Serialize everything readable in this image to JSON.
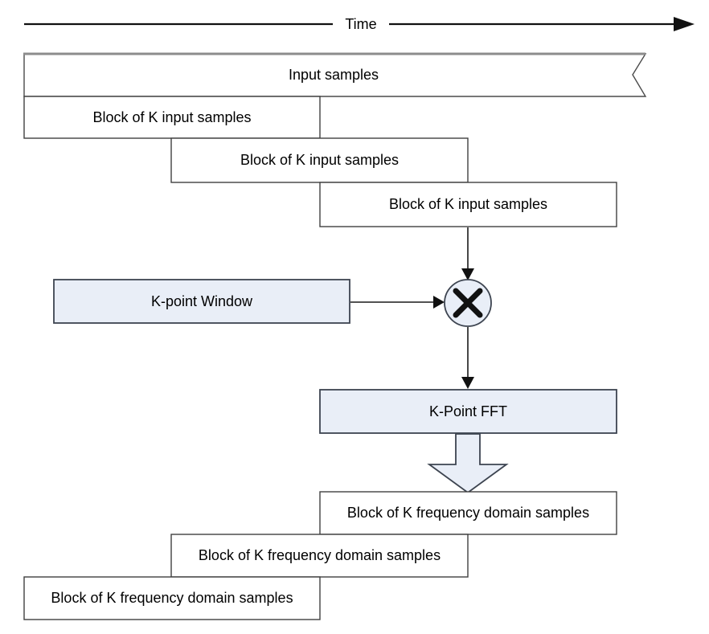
{
  "diagram": {
    "time_axis": {
      "label": "Time"
    },
    "input_stream": {
      "label": "Input samples"
    },
    "input_blocks": [
      {
        "label": "Block of K input samples"
      },
      {
        "label": "Block of K input samples"
      },
      {
        "label": "Block of K input samples"
      }
    ],
    "window": {
      "label": "K-point Window"
    },
    "multiply": {
      "symbol": "×"
    },
    "fft": {
      "label": "K-Point FFT"
    },
    "output_blocks": [
      {
        "label": "Block of K frequency domain samples"
      },
      {
        "label": "Block of K frequency domain samples"
      },
      {
        "label": "Block of K frequency domain samples"
      }
    ],
    "colors": {
      "node_fill": "#e9eef7",
      "node_border": "#3d4450",
      "box_border": "#404040",
      "line": "#111111",
      "stream_top_edge": "#8c8c8c"
    }
  }
}
